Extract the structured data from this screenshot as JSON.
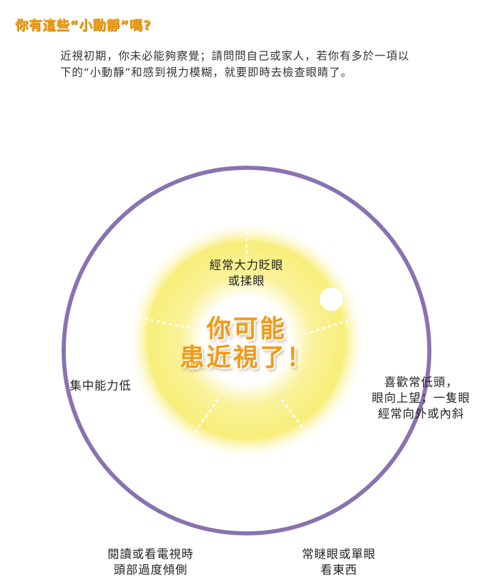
{
  "heading": "你有這些“小動靜”嗎?",
  "intro": {
    "line1": "近視初期，你未必能夠察覺；請問問自己或家人，若你有多於一項以",
    "line2": "下的“小動靜”和感到視力模糊，就要即時去檢查眼睛了。"
  },
  "center": {
    "line1": "你可能",
    "line2": "患近視了！"
  },
  "signs": {
    "top": [
      "經常大力眨眼",
      "或揉眼"
    ],
    "left": [
      "集中能力低"
    ],
    "right": [
      "喜歡常低頭，",
      "眼向上望；一隻眼",
      "經常向外或內斜"
    ],
    "bottom_left": [
      "閱讀或看電視時",
      "頭部過度傾側"
    ],
    "bottom_right": [
      "常瞇眼或單眼",
      "看東西"
    ]
  },
  "colors": {
    "heading": "#f0a11a",
    "ring": "#8a72b0",
    "glow": "#f8ee7a",
    "center_text": "#f39a12"
  }
}
